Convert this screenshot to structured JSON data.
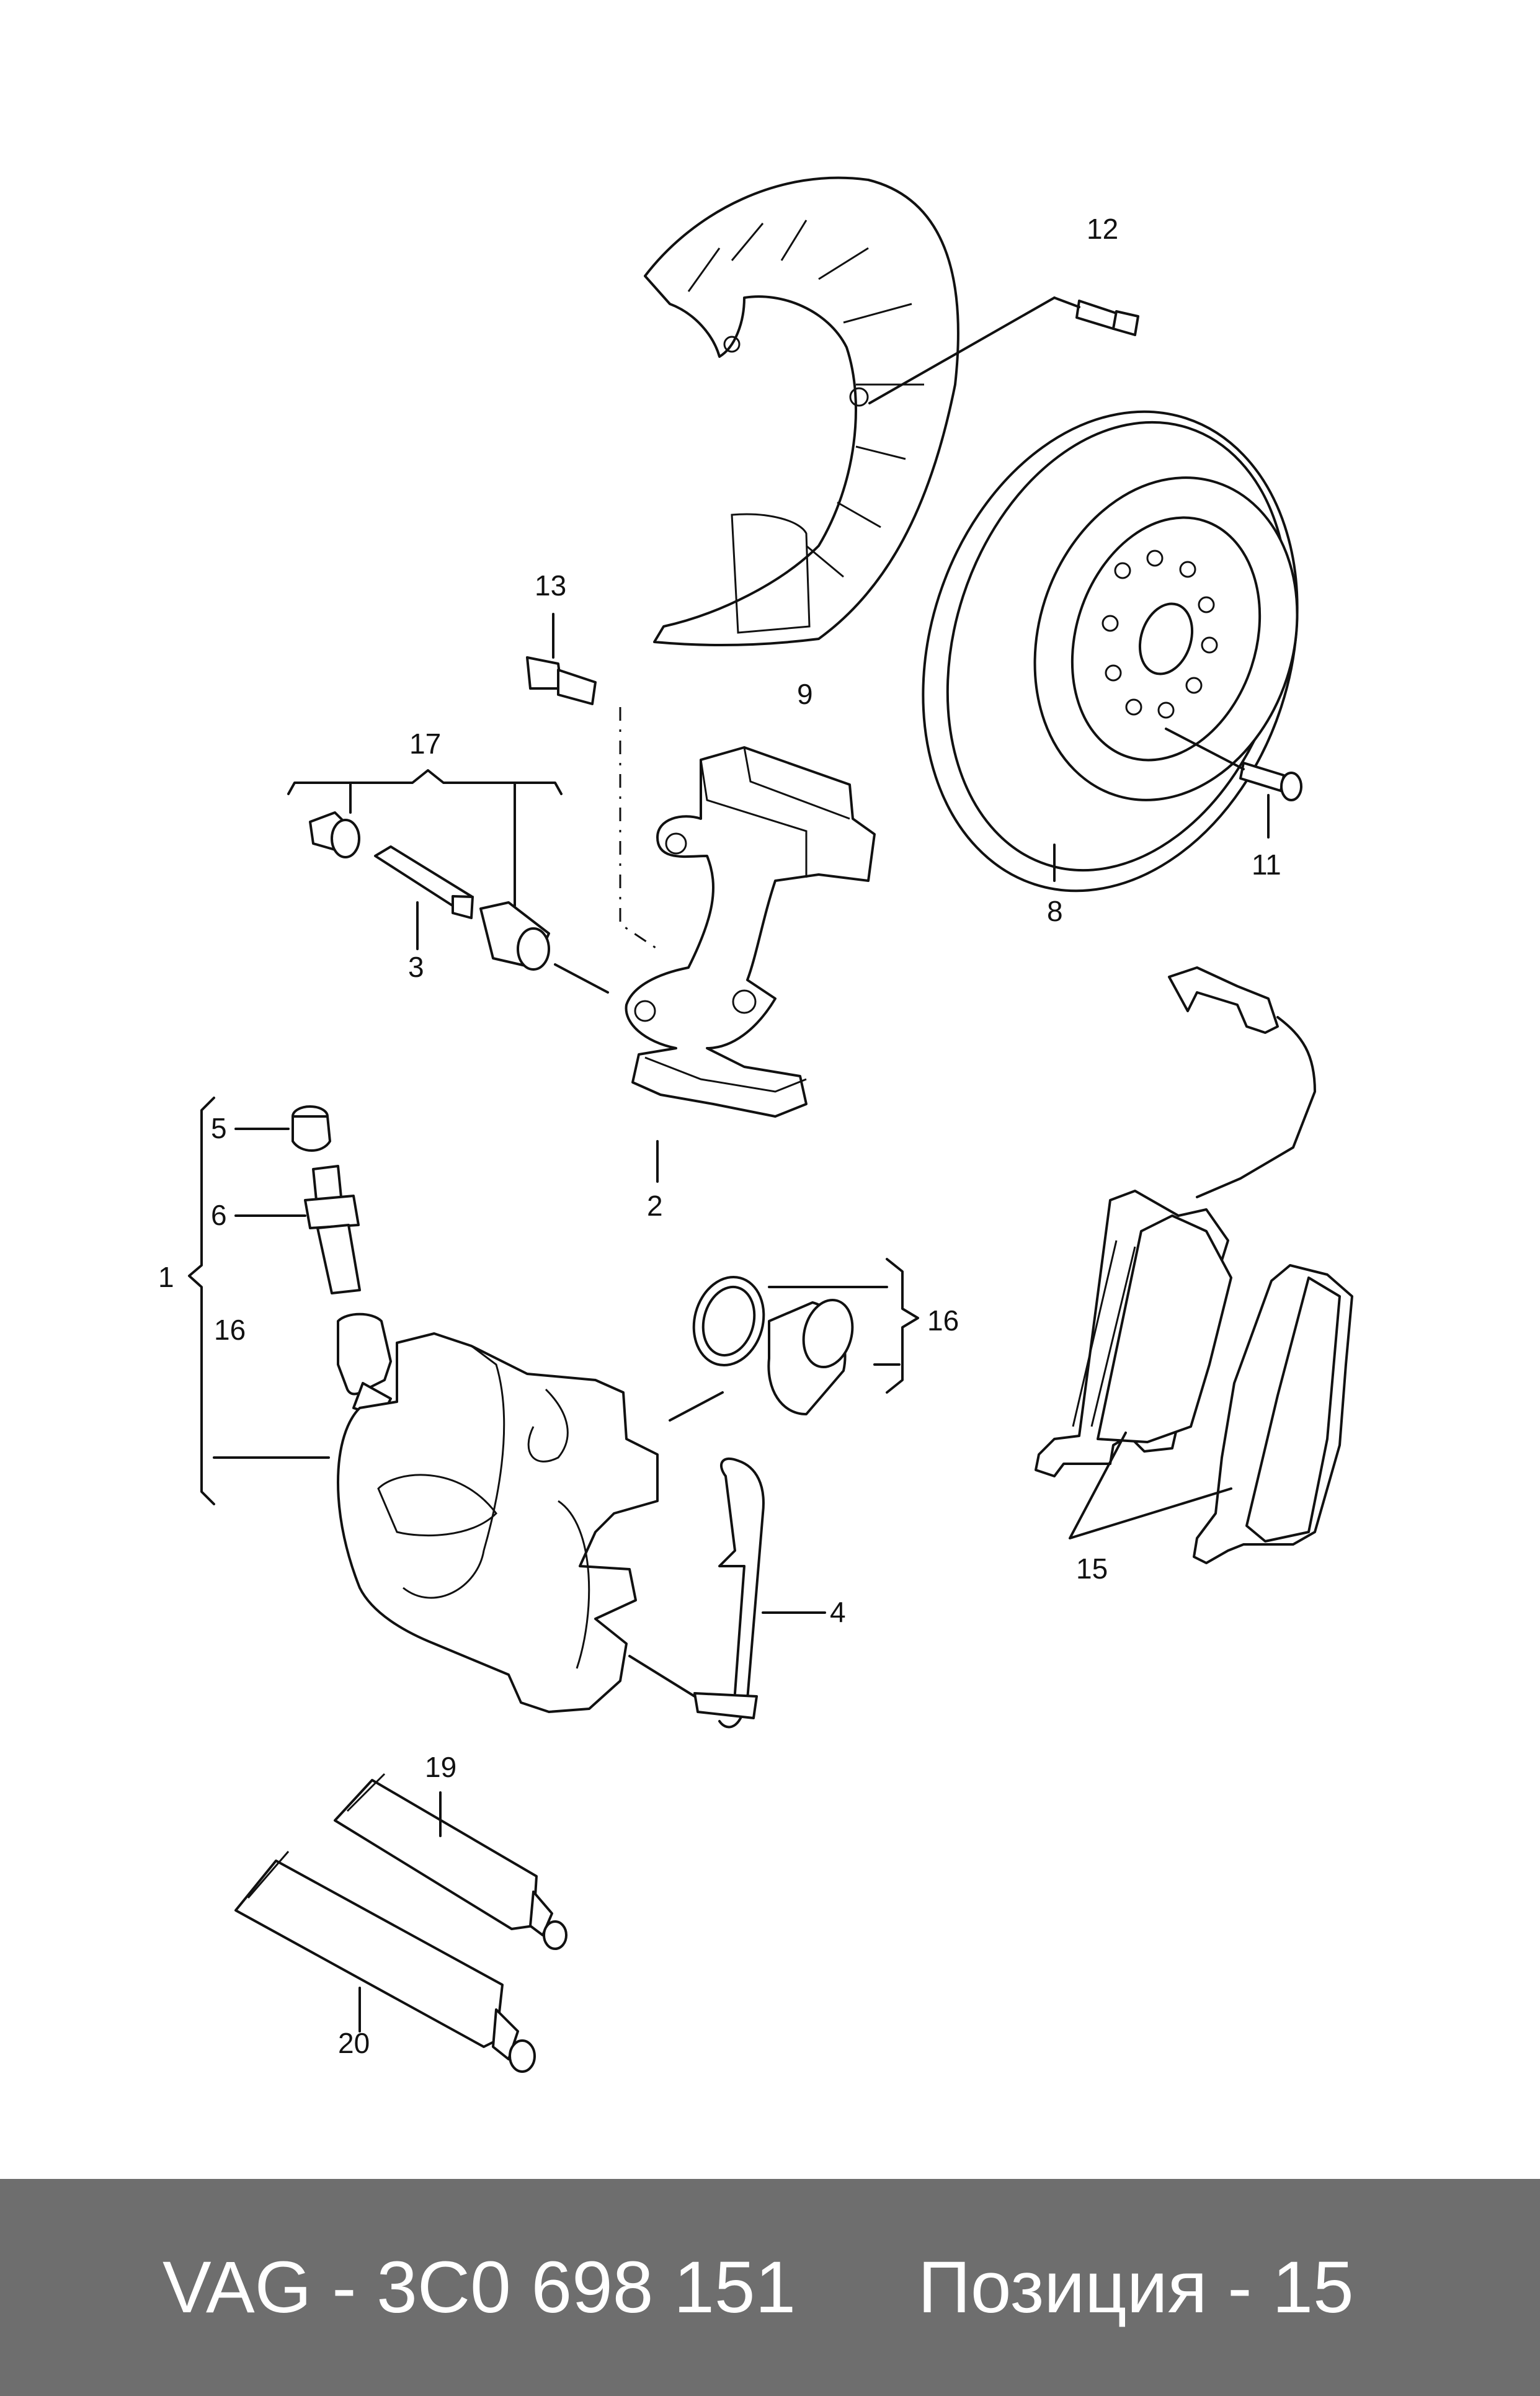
{
  "callouts": [
    "12",
    "13",
    "17",
    "3",
    "9",
    "8",
    "11",
    "5",
    "6",
    "1",
    "16",
    "2",
    "16",
    "15",
    "4",
    "19",
    "20"
  ],
  "footer": {
    "part_number": "VAG - 3C0 698 151",
    "position": "Позиция - 15"
  },
  "colors": {
    "footer_bg": "#6e6e6e",
    "footer_text": "#ffffff",
    "line": "#111111"
  }
}
